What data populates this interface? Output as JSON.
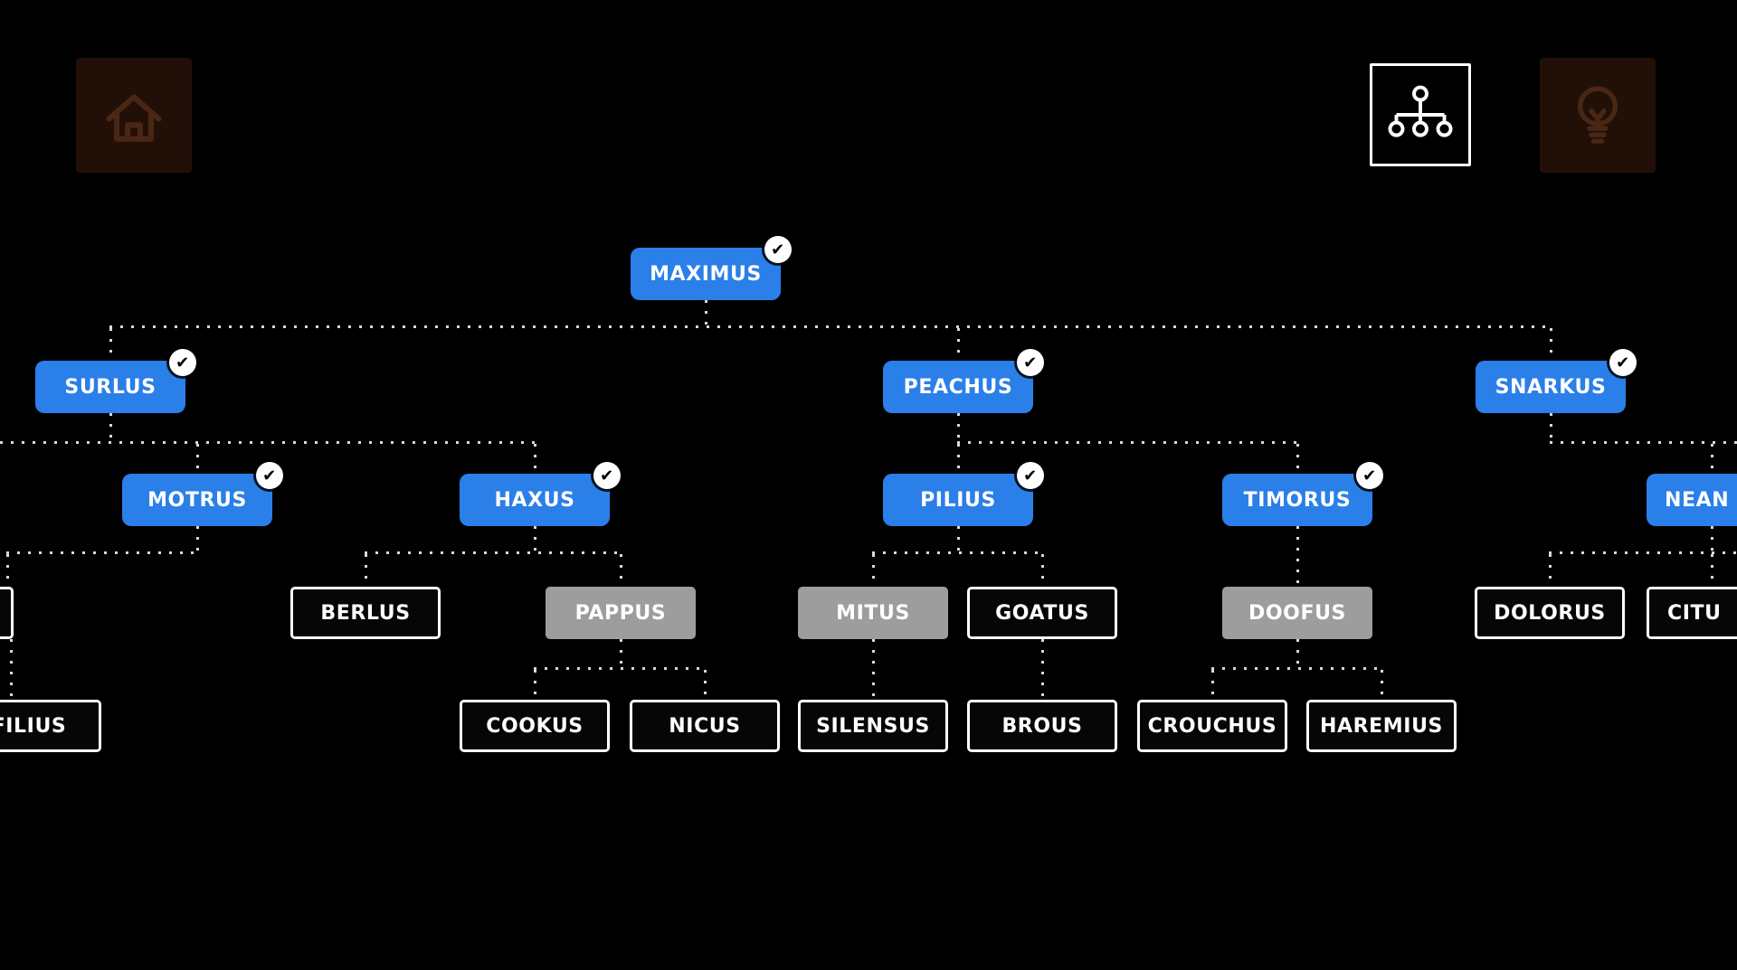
{
  "colors": {
    "completed_node": "#2b7fe8",
    "guess_node": "#9d9d9d",
    "slot_border": "#ffffff",
    "background": "#000000",
    "connector_dot": "rgba(255,255,255,0.85)"
  },
  "icons": {
    "check": "✔",
    "home": "home-icon",
    "tree_view": "sitemap-icon",
    "hint": "lightbulb-icon"
  },
  "tree": {
    "nodes": [
      {
        "label": "MAXIMUS",
        "state": "completed"
      },
      {
        "label": "SURLUS",
        "state": "completed"
      },
      {
        "label": "PEACHUS",
        "state": "completed"
      },
      {
        "label": "SNARKUS",
        "state": "completed"
      },
      {
        "label": "MOTRUS",
        "state": "completed"
      },
      {
        "label": "HAXUS",
        "state": "completed"
      },
      {
        "label": "PILIUS",
        "state": "completed"
      },
      {
        "label": "TIMORUS",
        "state": "completed"
      },
      {
        "label": "NEAN",
        "state": "completed"
      },
      {
        "label": "BERLUS",
        "state": "empty-slot"
      },
      {
        "label": "PAPPUS",
        "state": "guess"
      },
      {
        "label": "MITUS",
        "state": "guess"
      },
      {
        "label": "GOATUS",
        "state": "empty-slot"
      },
      {
        "label": "DOOFUS",
        "state": "guess"
      },
      {
        "label": "DOLORUS",
        "state": "empty-slot"
      },
      {
        "label": "CITU",
        "state": "empty-slot"
      },
      {
        "label": "FILIUS",
        "state": "empty-slot"
      },
      {
        "label": "COOKUS",
        "state": "empty-slot"
      },
      {
        "label": "NICUS",
        "state": "empty-slot"
      },
      {
        "label": "SILENSUS",
        "state": "empty-slot"
      },
      {
        "label": "BROUS",
        "state": "empty-slot"
      },
      {
        "label": "CROUCHUS",
        "state": "empty-slot"
      },
      {
        "label": "HAREMIUS",
        "state": "empty-slot"
      },
      {
        "label": "",
        "state": "empty-slot"
      }
    ]
  }
}
